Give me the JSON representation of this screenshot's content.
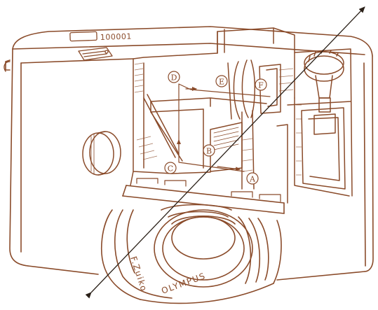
{
  "diagram": {
    "serial_number": "100001",
    "lens_engraving_1": "OLYMPUS",
    "lens_engraving_2": "F.Zuiko",
    "labels": {
      "A": "A",
      "B": "B",
      "C": "C",
      "D": "D",
      "E": "E",
      "F": "F"
    }
  },
  "colors": {
    "ink": "#8a4b2a",
    "ray": "#2a2018",
    "paper": "#ffffff"
  }
}
